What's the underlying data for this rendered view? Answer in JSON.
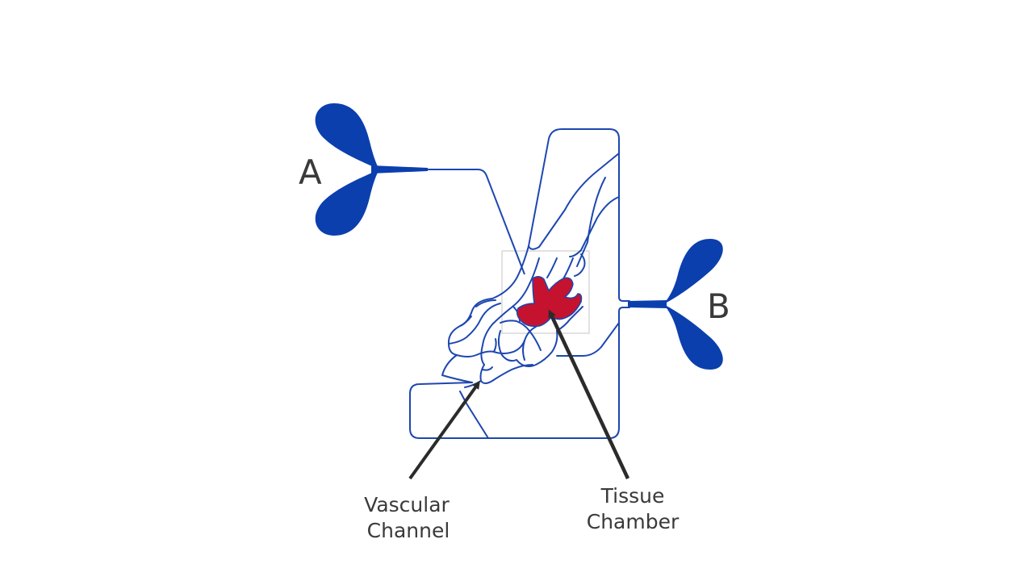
{
  "labels": {
    "port_a": "A",
    "port_b": "B",
    "vascular_line1": "Vascular",
    "vascular_line2": "Channel",
    "tissue_line1": "Tissue",
    "tissue_line2": "Chamber"
  },
  "colors": {
    "channel": "#1d47b0",
    "port": "#0b3fae",
    "tissue": "#c4122f",
    "text": "#3a3a3a",
    "arrow": "#2b2b2b",
    "inset_border": "#d9d9d9"
  }
}
